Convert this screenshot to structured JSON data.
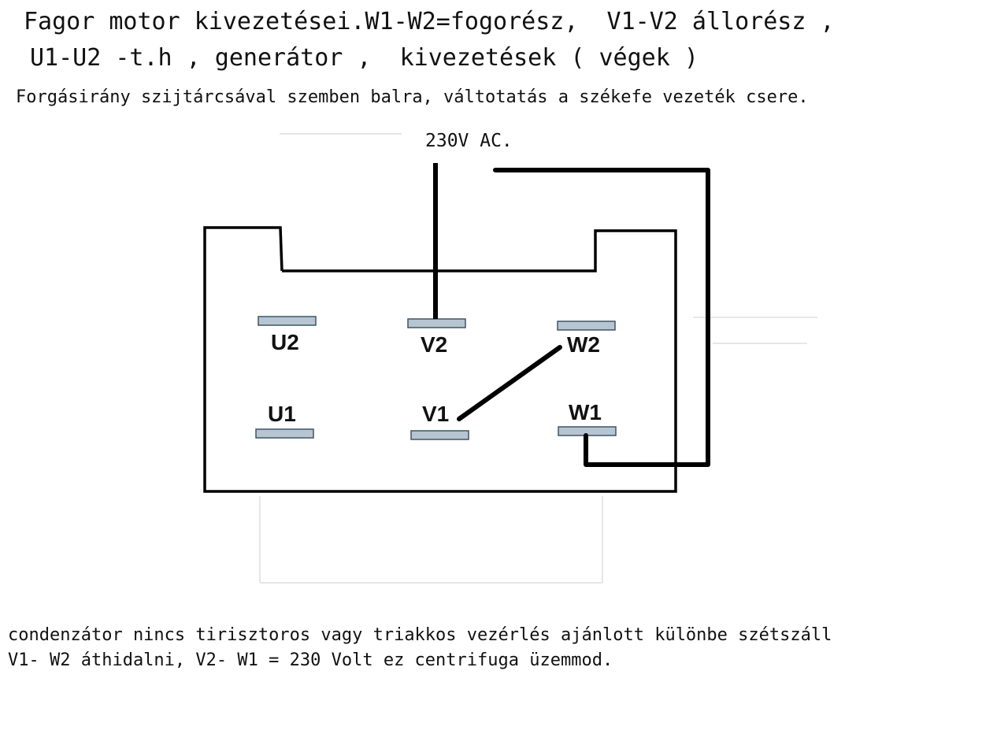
{
  "title": {
    "line1": "Fagor motor kivezetései.W1-W2=fogorész,  V1-V2 állorész ,",
    "line2": "U1-U2 -t.h , generátor ,  kivezetések ( végek )",
    "line3": "Forgásirány szijtárcsával szemben balra, váltotatás a székefe vezeték csere."
  },
  "supply_label": "230V AC.",
  "terminals": {
    "u2": "U2",
    "v2": "V2",
    "w2": "W2",
    "u1": "U1",
    "v1": "V1",
    "w1": "W1"
  },
  "note": {
    "line1": "condenzátor nincs tirisztoros vagy triakkos vezérlés ajánlott különbe szétszáll",
    "line2": "V1- W2 áthidalni, V2- W1 = 230 Volt ez centrifuga üzemmod."
  },
  "colors": {
    "terminal_fill": "#b7c5d1",
    "terminal_stroke": "#3f5566",
    "wire": "#000000"
  }
}
